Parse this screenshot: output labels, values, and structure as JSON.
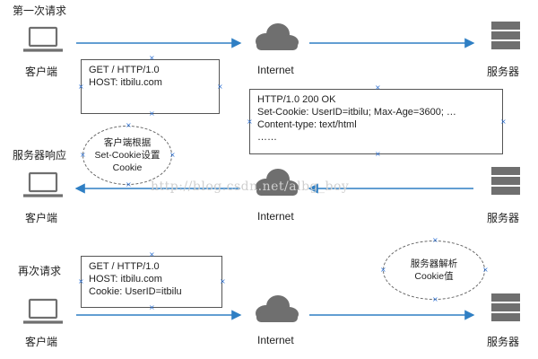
{
  "rows": [
    {
      "heading": "第一次请求",
      "client_label": "客户端",
      "internet_label": "Internet",
      "server_label": "服务器"
    },
    {
      "heading": "服务器响应",
      "client_label": "客户端",
      "internet_label": "Internet",
      "server_label": "服务器"
    },
    {
      "heading": "再次请求",
      "client_label": "客户端",
      "internet_label": "Internet",
      "server_label": "服务器"
    }
  ],
  "request_box": {
    "line1": "GET / HTTP/1.0",
    "line2": "HOST: itbilu.com"
  },
  "response_box": {
    "line1": "HTTP/1.0 200 OK",
    "line2": "Set-Cookie: UserID=itbilu; Max-Age=3600; …",
    "line3": "Content-type: text/html",
    "line4": "……"
  },
  "client_note": {
    "line1": "客户端根据",
    "line2": "Set-Cookie设置",
    "line3": "Cookie"
  },
  "repeat_box": {
    "line1": "GET / HTTP/1.0",
    "line2": "HOST: itbilu.com",
    "line3": "Cookie: UserID=itbilu"
  },
  "server_note": {
    "line1": "服务器解析",
    "line2": "Cookie值"
  },
  "watermark": "http://blog.csdn.net/albg_boy",
  "colors": {
    "arrow": "#2f7fc4",
    "icon": "#6f6f6f",
    "handle": "#2b6fd1"
  }
}
